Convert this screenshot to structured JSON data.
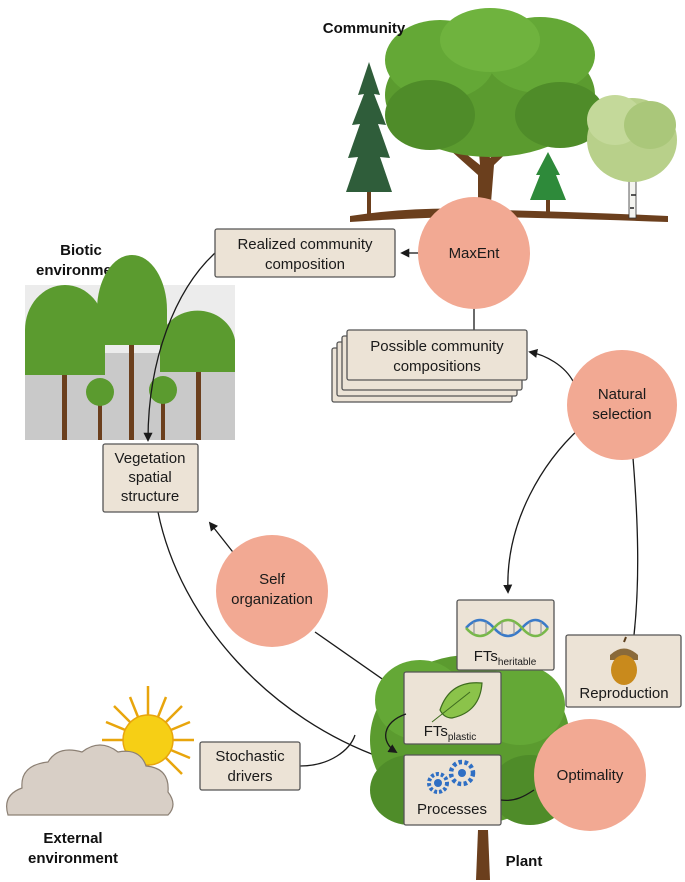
{
  "titles": {
    "community": "Community",
    "biotic_line1": "Biotic",
    "biotic_line2": "environment",
    "external_line1": "External",
    "external_line2": "environment",
    "plant": "Plant"
  },
  "processes": {
    "maxent": "MaxEnt",
    "natural_selection_line1": "Natural",
    "natural_selection_line2": "selection",
    "self_organization_line1": "Self",
    "self_organization_line2": "organization",
    "optimality": "Optimality"
  },
  "boxes": {
    "realized_line1": "Realized community",
    "realized_line2": "composition",
    "possible_line1": "Possible community",
    "possible_line2": "compositions",
    "vegetation_line1": "Vegetation",
    "vegetation_line2": "spatial",
    "vegetation_line3": "structure",
    "stochastic_line1": "Stochastic",
    "stochastic_line2": "drivers",
    "fts_heritable_main": "FTs",
    "fts_heritable_sub": "heritable",
    "fts_plastic_main": "FTs",
    "fts_plastic_sub": "plastic",
    "reproduction": "Reproduction",
    "processes": "Processes"
  },
  "icons": [
    "tree-community-icon",
    "forest-panel-icon",
    "sun-icon",
    "cloud-icon",
    "dna-icon",
    "leaf-icon",
    "acorn-icon",
    "gears-icon",
    "plant-tree-icon"
  ],
  "colors": {
    "box_fill": "#ece3d6",
    "circle_fill": "#f2a993",
    "tree_green": "#5b9b2f",
    "trunk_brown": "#6b3f1d",
    "forest_bg": "#c9c9c9"
  }
}
